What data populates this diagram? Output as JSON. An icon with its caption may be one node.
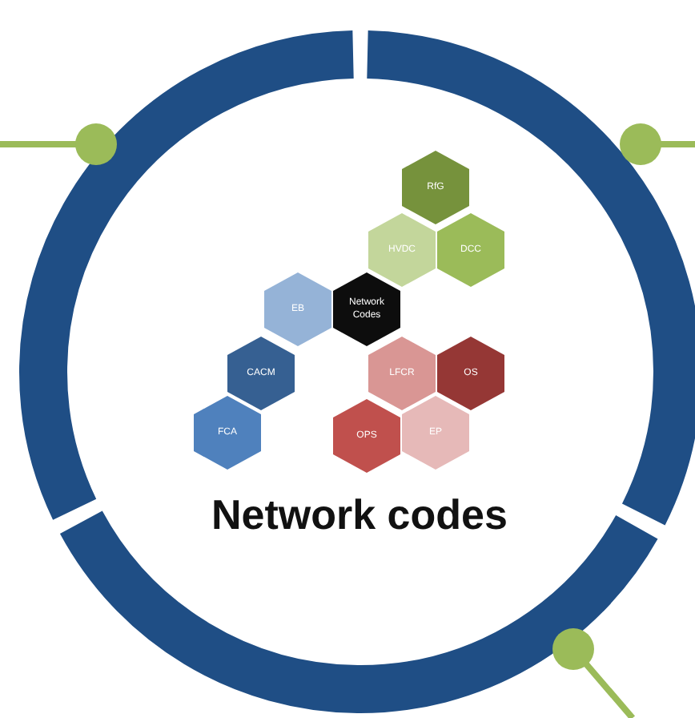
{
  "diagram": {
    "nodes": [
      {
        "text": [
          "RfG"
        ]
      },
      {
        "text": [
          "HVDC"
        ]
      },
      {
        "text": [
          "DCC"
        ]
      },
      {
        "text": [
          "EB"
        ]
      },
      {
        "text": [
          "Network Codes"
        ]
      },
      {
        "text": [
          "CACM"
        ]
      },
      {
        "text": [
          "LFCR"
        ]
      },
      {
        "text": [
          "OS"
        ]
      },
      {
        "text": [
          "FCA"
        ]
      },
      {
        "text": [
          "OPS"
        ]
      },
      {
        "text": [
          "EP"
        ]
      }
    ],
    "labels": [
      "Network codes"
    ]
  }
}
